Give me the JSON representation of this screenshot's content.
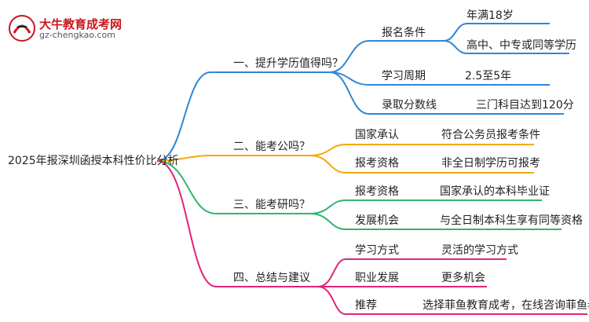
{
  "logo": {
    "title": "大牛教育成考网",
    "url_text": "gz-chengkao.com"
  },
  "root": "2025年报深圳函授本科性价比分析",
  "colors": {
    "blue": "#2f86d6",
    "orange": "#f2a90c",
    "green": "#2fb66b",
    "magenta": "#e0247a"
  },
  "branches": [
    {
      "label": "一、提升学历值得吗？",
      "children": [
        {
          "label": "报名条件",
          "values": [
            "年满18岁",
            "高中、中专或同等学历"
          ]
        },
        {
          "label": "学习周期",
          "values": [
            "2.5至5年"
          ]
        },
        {
          "label": "录取分数线",
          "values": [
            "三门科目达到120分"
          ]
        }
      ]
    },
    {
      "label": "二、能考公吗？",
      "children": [
        {
          "label": "国家承认",
          "values": [
            "符合公务员报考条件"
          ]
        },
        {
          "label": "报考资格",
          "values": [
            "非全日制学历可报考"
          ]
        }
      ]
    },
    {
      "label": "三、能考研吗？",
      "children": [
        {
          "label": "报考资格",
          "values": [
            "国家承认的本科毕业证"
          ]
        },
        {
          "label": "发展机会",
          "values": [
            "与全日制本科生享有同等资格"
          ]
        }
      ]
    },
    {
      "label": "四、总结与建议",
      "children": [
        {
          "label": "学习方式",
          "values": [
            "灵活的学习方式"
          ]
        },
        {
          "label": "职业发展",
          "values": [
            "更多机会"
          ]
        },
        {
          "label": "推荐",
          "values": [
            "选择菲鱼教育成考，在线咨询菲鱼老师"
          ]
        }
      ]
    }
  ]
}
